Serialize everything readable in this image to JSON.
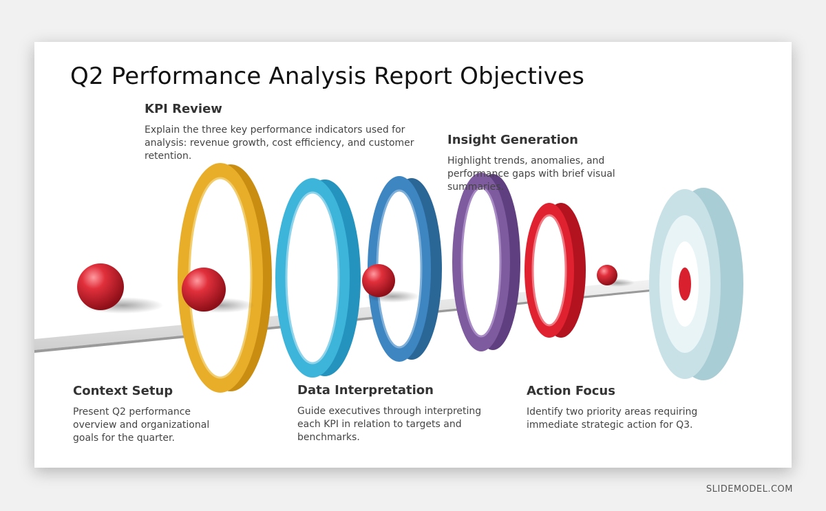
{
  "title": "Q2 Performance Analysis Report Objectives",
  "stages": [
    {
      "heading": "Context Setup",
      "text": "Present Q2 performance overview and organizational goals for the quarter."
    },
    {
      "heading": "KPI Review",
      "text": "Explain the three key performance indicators used for analysis: revenue growth, cost efficiency, and customer retention."
    },
    {
      "heading": "Data Interpretation",
      "text": "Guide executives through interpreting each KPI in relation to targets and benchmarks."
    },
    {
      "heading": "Insight Generation",
      "text": "Highlight trends, anomalies, and performance gaps with brief visual summaries."
    },
    {
      "heading": "Action Focus",
      "text": "Identify two priority areas requiring immediate strategic action for Q3."
    }
  ],
  "colors": {
    "yellow": "#E8AE2A",
    "cyan": "#3DB5DA",
    "blue": "#3E86C1",
    "purple": "#7E5A9E",
    "red": "#E0212F",
    "target": "#BFDCE2",
    "ball": "#D8202E"
  },
  "watermark": "SLIDEMODEL.COM"
}
